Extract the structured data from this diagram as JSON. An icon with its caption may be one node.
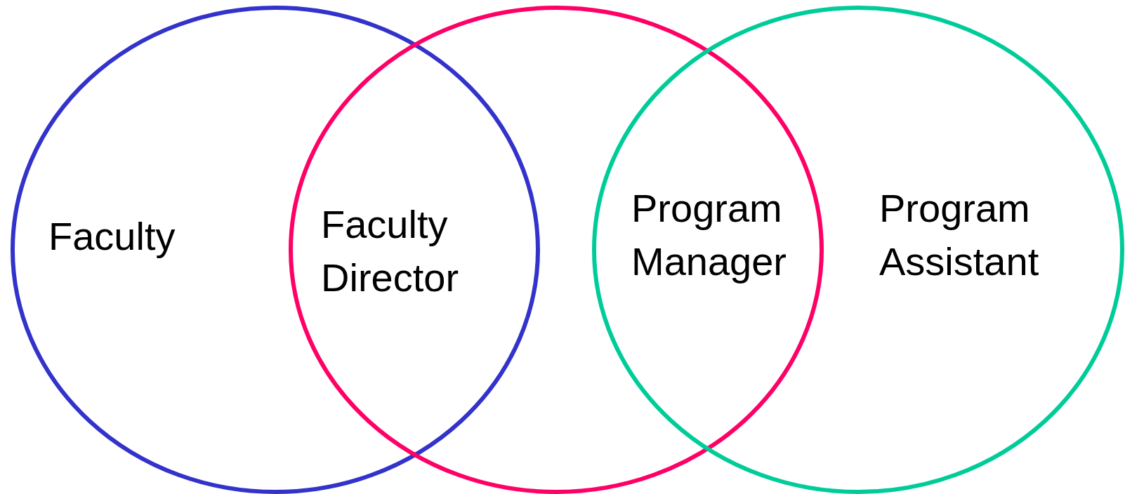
{
  "diagram": {
    "nodes": [
      {
        "text": [],
        "shape": "circle"
      },
      {
        "text": [],
        "shape": "circle"
      },
      {
        "text": [],
        "shape": "circle"
      }
    ],
    "labels": [
      "Faculty",
      "Faculty Director",
      "Program Manager",
      "Program Assistant"
    ]
  }
}
